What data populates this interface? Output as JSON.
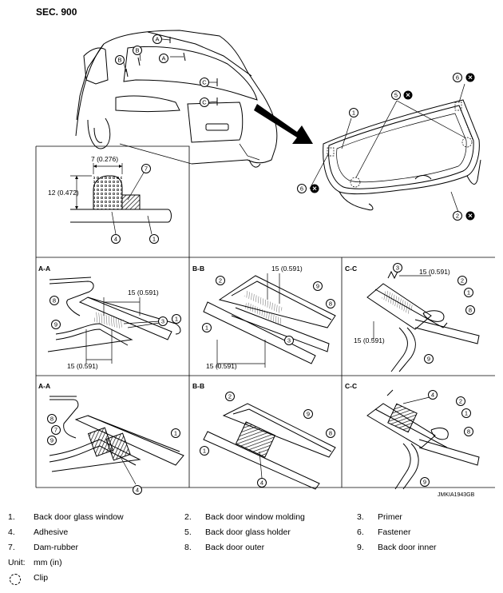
{
  "section": "SEC. 900",
  "figure_id": "JMKIA1943GB",
  "callouts": {
    "c1": "1",
    "c2": "2",
    "c3": "3",
    "c4": "4",
    "c5": "5",
    "c6": "6",
    "c7": "7",
    "c8": "8",
    "c9": "9",
    "A": "A",
    "B": "B",
    "C": "C"
  },
  "dimensions": {
    "width": "7 (0.276)",
    "height": "12 (0.472)",
    "d15": "15 (0.591)"
  },
  "sections": {
    "aa": "A-A",
    "bb": "B-B",
    "cc": "C-C"
  },
  "legend": [
    {
      "num": "1.",
      "text": "Back door glass window"
    },
    {
      "num": "2.",
      "text": "Back door window molding"
    },
    {
      "num": "3.",
      "text": "Primer"
    },
    {
      "num": "4.",
      "text": "Adhesive"
    },
    {
      "num": "5.",
      "text": "Back door glass holder"
    },
    {
      "num": "6.",
      "text": "Fastener"
    },
    {
      "num": "7.",
      "text": "Dam-rubber"
    },
    {
      "num": "8.",
      "text": "Back door outer"
    },
    {
      "num": "9.",
      "text": "Back door inner"
    }
  ],
  "unit_label": "Unit:",
  "unit_value": "mm (in)",
  "clip_label": "Clip"
}
